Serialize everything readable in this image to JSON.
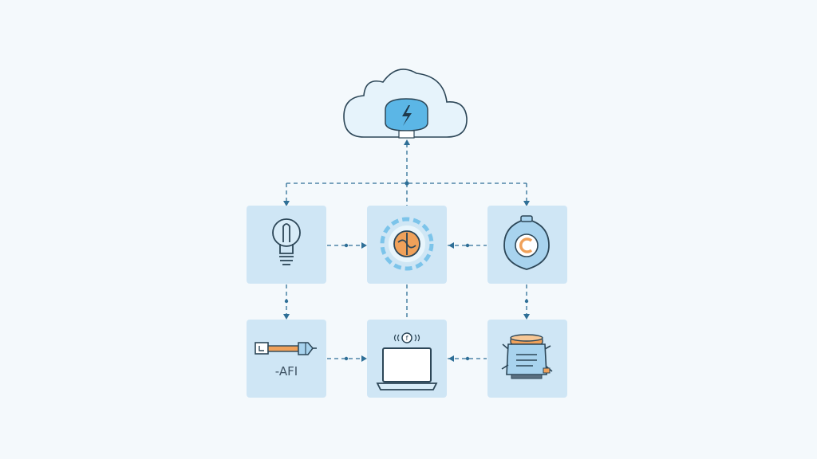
{
  "colors": {
    "background": "#f4f9fc",
    "tile": "#cfe6f5",
    "line": "#2e6f97",
    "stroke": "#2c4657",
    "cloud_fill": "#e6f3fb",
    "accent_blue": "#5bb6e6",
    "accent_orange": "#f0a15a"
  },
  "diagram": {
    "cloud": {
      "icon": "cloud-with-lightning-shield-icon"
    },
    "nodes": [
      {
        "id": "lightbulb",
        "icon": "lightbulb-icon"
      },
      {
        "id": "gear",
        "icon": "gear-icon"
      },
      {
        "id": "security",
        "icon": "shield-badge-icon"
      },
      {
        "id": "api",
        "icon": "api-connector-icon",
        "label": "-AFI"
      },
      {
        "id": "laptop",
        "icon": "laptop-icon"
      },
      {
        "id": "database",
        "icon": "database-server-icon"
      }
    ]
  }
}
